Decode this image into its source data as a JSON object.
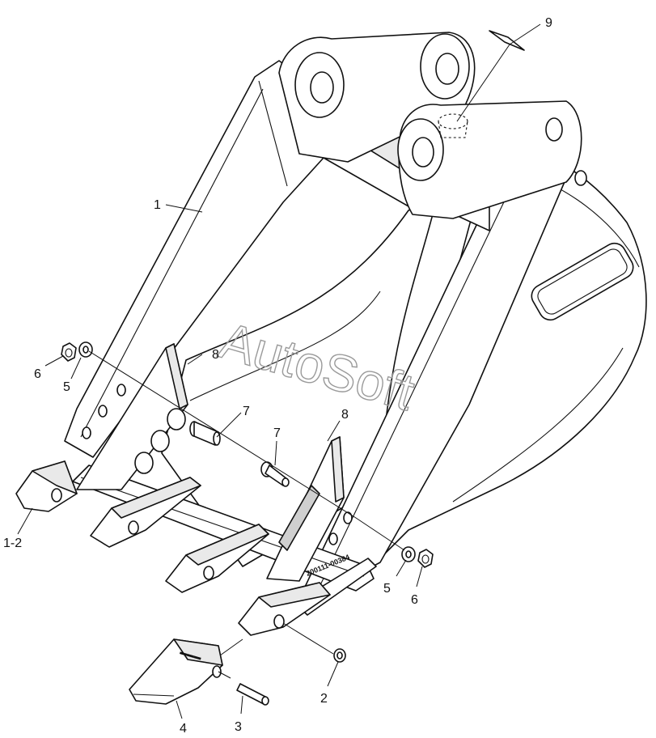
{
  "callouts": {
    "c1": "1",
    "c1_2": "1-2",
    "c2": "2",
    "c3": "3",
    "c4": "4",
    "c5_left": "5",
    "c5_right": "5",
    "c6_left": "6",
    "c6_right": "6",
    "c7_left": "7",
    "c7_right": "7",
    "c8_left": "8",
    "c8_right": "8",
    "c9": "9"
  },
  "part_stamp": "200111-00384",
  "watermark": "AutoSoft",
  "colors": {
    "ink": "#111111",
    "watermark": "#9a9a9a",
    "background": "#ffffff"
  }
}
